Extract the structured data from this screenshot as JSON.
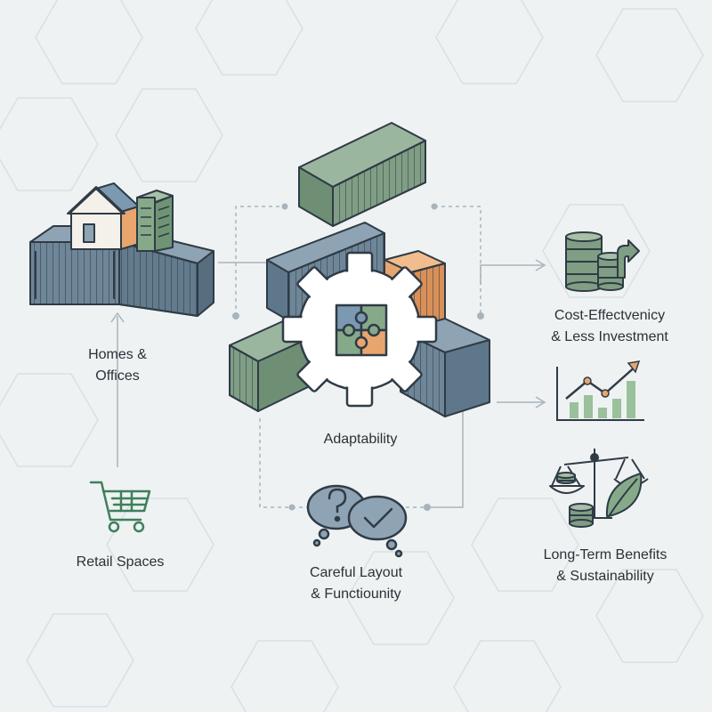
{
  "labels": {
    "homes_line1": "Homes &",
    "homes_line2": "Offices",
    "retail": "Retail Spaces",
    "center": "Adaptability",
    "layout_line1": "Careful Layout",
    "layout_line2": "& Functiounity",
    "cost_line1": "Cost-Effectvenicy",
    "cost_line2": "& Less Investment",
    "sustain_line1": "Long-Term Benefits",
    "sustain_line2": "& Sustainability"
  },
  "colors": {
    "background": "#eef2f2",
    "container_blue": "#6e8698",
    "container_green": "#7f9e84",
    "container_orange": "#e8a66e",
    "outline": "#2f3b46",
    "connector": "#a8b4bd",
    "text": "#2b3138"
  },
  "icons": [
    "house-icon",
    "building-icon",
    "shopping-cart-icon",
    "gear-icon",
    "puzzle-icon",
    "question-bubble-icon",
    "check-bubble-icon",
    "coin-stack-icon",
    "growth-chart-icon",
    "balance-scale-icon",
    "leaf-icon"
  ]
}
